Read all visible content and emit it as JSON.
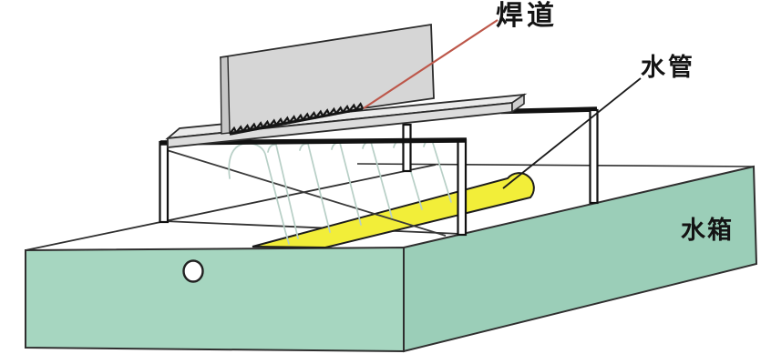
{
  "diagram": {
    "labels": {
      "weld_bead": "焊道",
      "water_pipe": "水管",
      "water_tank": "水箱"
    },
    "colors": {
      "tank_front": "#a6d6c0",
      "tank_side": "#9bceb8",
      "tank_top": "#ffffff",
      "pipe_yellow": "#f2ee39",
      "leader_red": "#bd574a",
      "leader_black": "#1b1b1b",
      "spray": "#b7cfc6",
      "plate_top": "#ebebeb",
      "plate_front": "#dcdcdc",
      "plate_end": "#cfcfcf",
      "upright_face": "#d6d6d6",
      "upright_edge": "#c6c6c6",
      "frame_black": "#111111",
      "outline": "#2f2f2f"
    }
  }
}
